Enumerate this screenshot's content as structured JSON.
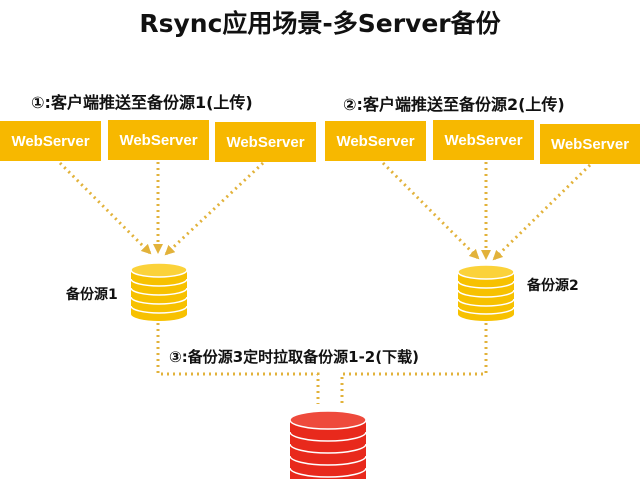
{
  "title": "Rsync应用场景-多Server备份",
  "section1": {
    "label": "①:客户端推送至备份源1(上传)"
  },
  "section2": {
    "label": "②:客户端推送至备份源2(上传)"
  },
  "section3": {
    "label": "③:备份源3定时拉取备份源1-2(下载)"
  },
  "group1": {
    "servers": [
      "WebServer",
      "WebServer",
      "WebServer"
    ]
  },
  "group2": {
    "servers": [
      "WebServer",
      "WebServer",
      "WebServer"
    ]
  },
  "db1": {
    "label": "备份源1"
  },
  "db2": {
    "label": "备份源2"
  },
  "colors": {
    "server_fill": "#f7b800",
    "db_yellow": "#f7c100",
    "db_red": "#e8291c",
    "dotted_line": "#e2b23a"
  }
}
